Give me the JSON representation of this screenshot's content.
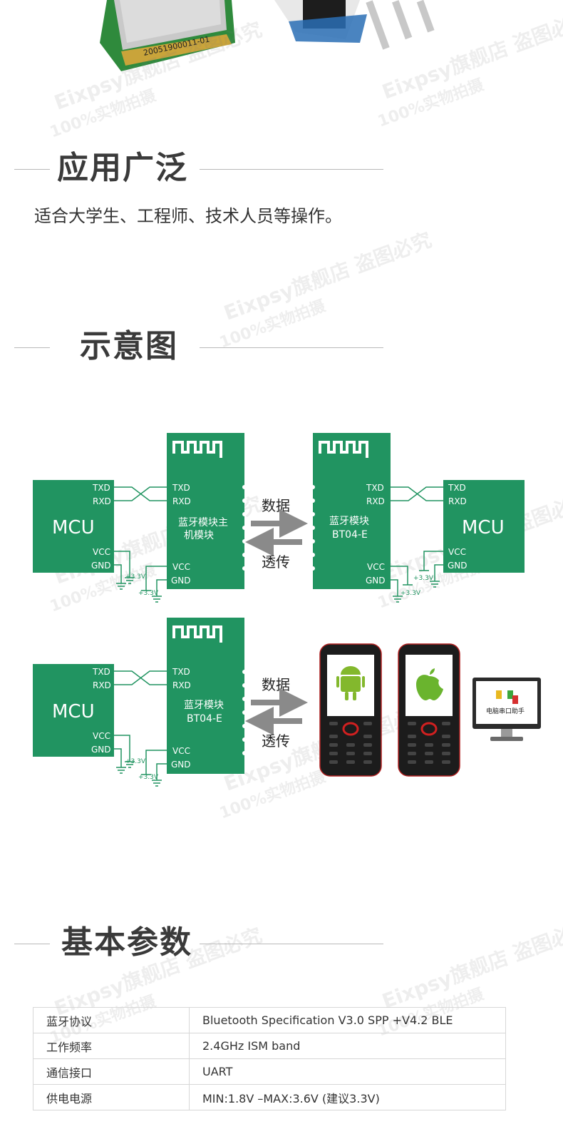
{
  "watermark": {
    "brand": "Eixpsy旗舰店 盗图必究",
    "line2": "100%实物拍摄"
  },
  "module_photo": {
    "chip_code": "20051900011-01"
  },
  "sections": {
    "application": {
      "title": "应用广泛",
      "desc": "适合大学生、工程师、技术人员等操作。"
    },
    "diagram": {
      "title": "示意图"
    },
    "params": {
      "title": "基本参数"
    }
  },
  "diagram": {
    "mcu": "MCU",
    "pins": {
      "txd": "TXD",
      "rxd": "RXD",
      "vcc": "VCC",
      "gnd": "GND",
      "v33": "+3.3V"
    },
    "master_module": [
      "蓝牙模块主",
      "机模块"
    ],
    "slave_module": [
      "蓝牙模块",
      "BT04-E"
    ],
    "arrow_top": "数据",
    "arrow_bottom": "透传",
    "pc_app": "电脑串口助手"
  },
  "spec_rows": [
    {
      "key": "蓝牙协议",
      "value": "Bluetooth Specification V3.0 SPP +V4.2 BLE"
    },
    {
      "key": "工作频率",
      "value": "2.4GHz ISM band"
    },
    {
      "key": "通信接口",
      "value": "UART"
    },
    {
      "key": "供电电源",
      "value": "MIN:1.8V –MAX:3.6V (建议3.3V)"
    }
  ],
  "colors": {
    "module_green": "#219461",
    "text_dark": "#3a3a3a",
    "line_grey": "#b9b9b9"
  }
}
